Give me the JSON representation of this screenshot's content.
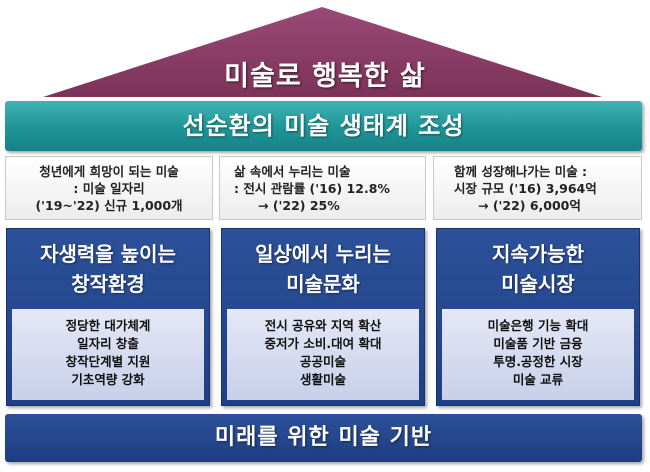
{
  "title": "미술로 행복한 삶",
  "banner": "선순환의 미술 생태계 조성",
  "goals": [
    {
      "lines": [
        "청년에게 희망이 되는 미술",
        ": 미술 일자리",
        "('19~'22) 신규 1,000개"
      ]
    },
    {
      "lines": [
        "삶 속에서 누리는 미술",
        ": 전시 관람률 ('16) 12.8%",
        "→ ('22) 25%"
      ]
    },
    {
      "lines": [
        "함께 성장해나가는 미술 :",
        "시장 규모 ('16) 3,964억",
        "→ ('22) 6,000억"
      ]
    }
  ],
  "pillars": [
    {
      "title": [
        "자생력을 높이는",
        "창작환경"
      ],
      "items": [
        "정당한 대가체계",
        "일자리 창출",
        "창작단계별 지원",
        "기초역량 강화"
      ]
    },
    {
      "title": [
        "일상에서 누리는",
        "미술문화"
      ],
      "items": [
        "전시 공유와 지역 확산",
        "중저가 소비.대여 확대",
        "공공미술",
        "생활미술"
      ]
    },
    {
      "title": [
        "지속가능한",
        "미술시장"
      ],
      "items": [
        "미술은행 기능 확대",
        "미술품 기반 금융",
        "투명.공정한 시장",
        "미술 교류"
      ]
    }
  ],
  "foundation": "미래를 위한 미술 기반",
  "colors": {
    "roof": "#853a63",
    "banner": "#1f9598",
    "pillar": "#2a4d96",
    "pillar_body": "#d5dbef"
  }
}
